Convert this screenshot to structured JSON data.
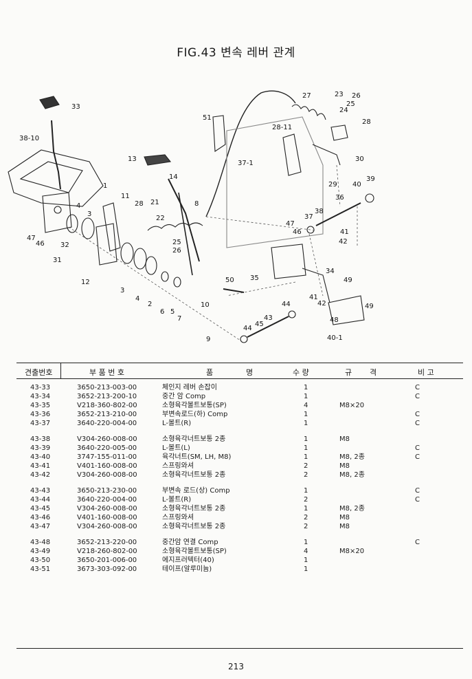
{
  "figure": {
    "title": "FIG.43 변속 레버 관계"
  },
  "callouts": [
    {
      "id": "c33",
      "text": "33"
    },
    {
      "id": "c38-10",
      "text": "38-10"
    },
    {
      "id": "c13",
      "text": "13"
    },
    {
      "id": "c14",
      "text": "14"
    },
    {
      "id": "c51",
      "text": "51"
    },
    {
      "id": "c37-1",
      "text": "37-1"
    },
    {
      "id": "c27",
      "text": "27"
    },
    {
      "id": "c23",
      "text": "23"
    },
    {
      "id": "c26",
      "text": "26"
    },
    {
      "id": "c25",
      "text": "25"
    },
    {
      "id": "c24",
      "text": "24"
    },
    {
      "id": "c28-11",
      "text": "28-11"
    },
    {
      "id": "c28a",
      "text": "28"
    },
    {
      "id": "c30",
      "text": "30"
    },
    {
      "id": "c29",
      "text": "29"
    },
    {
      "id": "c40",
      "text": "40"
    },
    {
      "id": "c39",
      "text": "39"
    },
    {
      "id": "c36",
      "text": "36"
    },
    {
      "id": "c38",
      "text": "38"
    },
    {
      "id": "c37",
      "text": "37"
    },
    {
      "id": "c41",
      "text": "41"
    },
    {
      "id": "c42",
      "text": "42"
    },
    {
      "id": "c47",
      "text": "47"
    },
    {
      "id": "c46",
      "text": "46"
    },
    {
      "id": "c34",
      "text": "34"
    },
    {
      "id": "c35",
      "text": "35"
    },
    {
      "id": "c50",
      "text": "50"
    },
    {
      "id": "c49a",
      "text": "49"
    },
    {
      "id": "c49b",
      "text": "49"
    },
    {
      "id": "c48",
      "text": "48"
    },
    {
      "id": "c40-1",
      "text": "40-1"
    },
    {
      "id": "c44a",
      "text": "44"
    },
    {
      "id": "c41b",
      "text": "41"
    },
    {
      "id": "c42b",
      "text": "42"
    },
    {
      "id": "c43",
      "text": "43"
    },
    {
      "id": "c45",
      "text": "45"
    },
    {
      "id": "c44b",
      "text": "44"
    },
    {
      "id": "c8",
      "text": "8"
    },
    {
      "id": "c21",
      "text": "21"
    },
    {
      "id": "c28b",
      "text": "28"
    },
    {
      "id": "c22",
      "text": "22"
    },
    {
      "id": "c25b",
      "text": "25"
    },
    {
      "id": "c26b",
      "text": "26"
    },
    {
      "id": "c11",
      "text": "11"
    },
    {
      "id": "c1",
      "text": "1"
    },
    {
      "id": "c4a",
      "text": "4"
    },
    {
      "id": "c3a",
      "text": "3"
    },
    {
      "id": "c47b",
      "text": "47"
    },
    {
      "id": "c46b",
      "text": "46"
    },
    {
      "id": "c32",
      "text": "32"
    },
    {
      "id": "c31",
      "text": "31"
    },
    {
      "id": "c12",
      "text": "12"
    },
    {
      "id": "c3b",
      "text": "3"
    },
    {
      "id": "c4b",
      "text": "4"
    },
    {
      "id": "c2",
      "text": "2"
    },
    {
      "id": "c6",
      "text": "6"
    },
    {
      "id": "c5",
      "text": "5"
    },
    {
      "id": "c7",
      "text": "7"
    },
    {
      "id": "c10",
      "text": "10"
    },
    {
      "id": "c9",
      "text": "9"
    }
  ],
  "table": {
    "headers": {
      "no": "견출번호",
      "part_no": "부 품 번 호",
      "name_a": "품",
      "name_b": "명",
      "qty": "수 량",
      "spec_a": "규",
      "spec_b": "격",
      "remark": "비 고"
    },
    "groups": [
      [
        {
          "no": "43-33",
          "part": "3650-213-003-00",
          "name": "체인지 레버 손잡이",
          "qty": "1",
          "spec": "",
          "remark": "C"
        },
        {
          "no": "43-34",
          "part": "3652-213-200-10",
          "name": "중간 암 Comp",
          "qty": "1",
          "spec": "",
          "remark": "C"
        },
        {
          "no": "43-35",
          "part": "V218-360-802-00",
          "name": "소형육각볼트보통(SP)",
          "qty": "4",
          "spec": "M8×20",
          "remark": ""
        },
        {
          "no": "43-36",
          "part": "3652-213-210-00",
          "name": "부변속로드(하) Comp",
          "qty": "1",
          "spec": "",
          "remark": "C"
        },
        {
          "no": "43-37",
          "part": "3640-220-004-00",
          "name": "L-볼트(R)",
          "qty": "1",
          "spec": "",
          "remark": "C"
        }
      ],
      [
        {
          "no": "43-38",
          "part": "V304-260-008-00",
          "name": "소형육각너트보통 2종",
          "qty": "1",
          "spec": "M8",
          "remark": ""
        },
        {
          "no": "43-39",
          "part": "3640-220-005-00",
          "name": "L-볼트(L)",
          "qty": "1",
          "spec": "",
          "remark": "C"
        },
        {
          "no": "43-40",
          "part": "3747-155-011-00",
          "name": "육각너트(SM, LH, M8)",
          "qty": "1",
          "spec": "M8, 2종",
          "remark": "C"
        },
        {
          "no": "43-41",
          "part": "V401-160-008-00",
          "name": "스프링와셔",
          "qty": "2",
          "spec": "M8",
          "remark": ""
        },
        {
          "no": "43-42",
          "part": "V304-260-008-00",
          "name": "소형육각너트보통 2종",
          "qty": "2",
          "spec": "M8, 2종",
          "remark": ""
        }
      ],
      [
        {
          "no": "43-43",
          "part": "3650-213-230-00",
          "name": "부변속 로드(상) Comp",
          "qty": "1",
          "spec": "",
          "remark": "C"
        },
        {
          "no": "43-44",
          "part": "3640-220-004-00",
          "name": "L-볼트(R)",
          "qty": "2",
          "spec": "",
          "remark": "C"
        },
        {
          "no": "43-45",
          "part": "V304-260-008-00",
          "name": "소형육각너트보통 2종",
          "qty": "1",
          "spec": "M8, 2종",
          "remark": ""
        },
        {
          "no": "43-46",
          "part": "V401-160-008-00",
          "name": "스프링와셔",
          "qty": "2",
          "spec": "M8",
          "remark": ""
        },
        {
          "no": "43-47",
          "part": "V304-260-008-00",
          "name": "소형육각너트보통 2종",
          "qty": "2",
          "spec": "M8",
          "remark": ""
        }
      ],
      [
        {
          "no": "43-48",
          "part": "3652-213-220-00",
          "name": "중간암 연결 Comp",
          "qty": "1",
          "spec": "",
          "remark": "C"
        },
        {
          "no": "43-49",
          "part": "V218-260-802-00",
          "name": "소형육각볼트보통(SP)",
          "qty": "4",
          "spec": "M8×20",
          "remark": ""
        },
        {
          "no": "43-50",
          "part": "3650-201-006-00",
          "name": "에지프러텍터(40)",
          "qty": "1",
          "spec": "",
          "remark": ""
        },
        {
          "no": "43-51",
          "part": "3673-303-092-00",
          "name": "테이프(알루미늄)",
          "qty": "1",
          "spec": "",
          "remark": ""
        }
      ]
    ]
  },
  "footer": {
    "page_number": "213"
  }
}
